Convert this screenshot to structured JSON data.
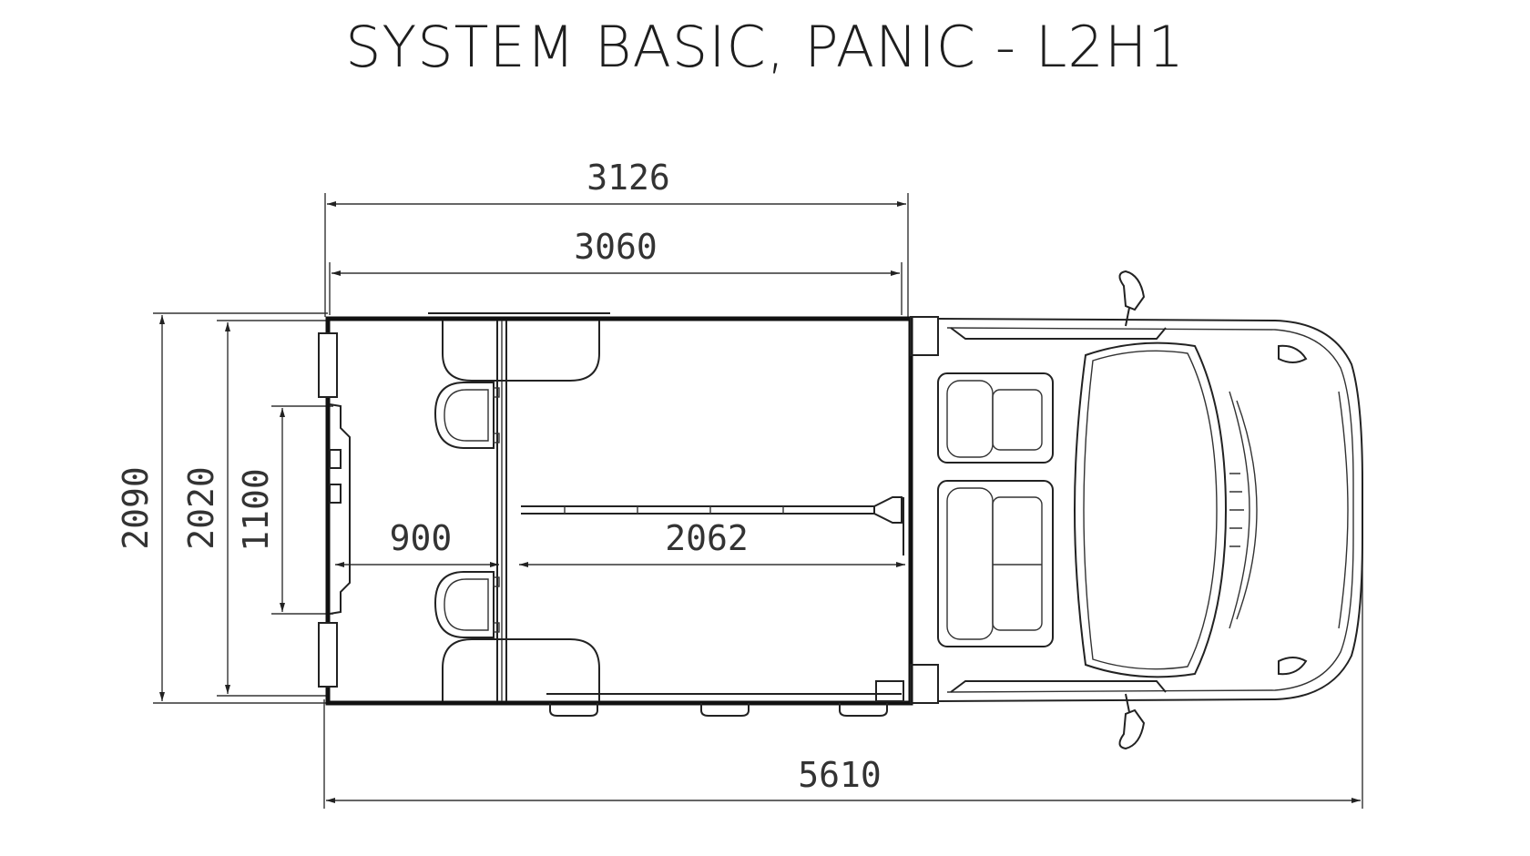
{
  "title": "SYSTEM BASIC, PANIC - L2H1",
  "dimensions": {
    "overall_body_length": "3126",
    "inner_length": "3060",
    "front_compartment_length": "900",
    "rear_compartment_length": "2062",
    "overall_vehicle_length": "5610",
    "overall_width": "2090",
    "inner_width": "2020",
    "door_width": "1100"
  },
  "colors": {
    "line": "#222222",
    "text": "#333333",
    "background": "#ffffff"
  }
}
